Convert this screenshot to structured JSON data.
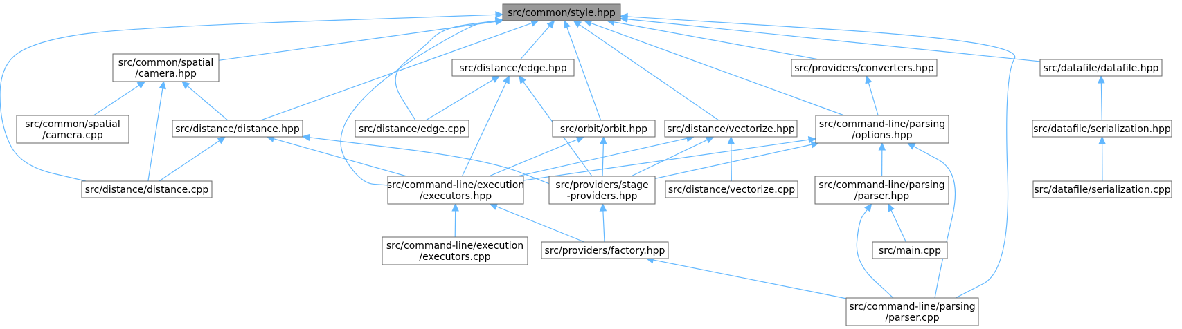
{
  "colors": {
    "edge": "#63b8ff",
    "node_border": "#666666",
    "root_fill": "#999999",
    "node_fill": "#ffffff"
  },
  "nodes": [
    {
      "id": "style",
      "lines": [
        "src/common/style.hpp"
      ],
      "root": true
    },
    {
      "id": "camera_hpp",
      "lines": [
        "src/common/spatial",
        "/camera.hpp"
      ]
    },
    {
      "id": "camera_cpp",
      "lines": [
        "src/common/spatial",
        "/camera.cpp"
      ]
    },
    {
      "id": "edge_hpp",
      "lines": [
        "src/distance/edge.hpp"
      ]
    },
    {
      "id": "edge_cpp",
      "lines": [
        "src/distance/edge.cpp"
      ]
    },
    {
      "id": "distance_hpp",
      "lines": [
        "src/distance/distance.hpp"
      ]
    },
    {
      "id": "distance_cpp",
      "lines": [
        "src/distance/distance.cpp"
      ]
    },
    {
      "id": "orbit_hpp",
      "lines": [
        "src/orbit/orbit.hpp"
      ]
    },
    {
      "id": "vectorize_hpp",
      "lines": [
        "src/distance/vectorize.hpp"
      ]
    },
    {
      "id": "vectorize_cpp",
      "lines": [
        "src/distance/vectorize.cpp"
      ]
    },
    {
      "id": "converters_hpp",
      "lines": [
        "src/providers/converters.hpp"
      ]
    },
    {
      "id": "options_hpp",
      "lines": [
        "src/command-line/parsing",
        "/options.hpp"
      ]
    },
    {
      "id": "datafile_hpp",
      "lines": [
        "src/datafile/datafile.hpp"
      ]
    },
    {
      "id": "serial_hpp",
      "lines": [
        "src/datafile/serialization.hpp"
      ]
    },
    {
      "id": "serial_cpp",
      "lines": [
        "src/datafile/serialization.cpp"
      ]
    },
    {
      "id": "executors_hpp",
      "lines": [
        "src/command-line/execution",
        "/executors.hpp"
      ]
    },
    {
      "id": "executors_cpp",
      "lines": [
        "src/command-line/execution",
        "/executors.cpp"
      ]
    },
    {
      "id": "stage_hpp",
      "lines": [
        "src/providers/stage",
        "-providers.hpp"
      ]
    },
    {
      "id": "factory_hpp",
      "lines": [
        "src/providers/factory.hpp"
      ]
    },
    {
      "id": "parser_hpp",
      "lines": [
        "src/command-line/parsing",
        "/parser.hpp"
      ]
    },
    {
      "id": "main_cpp",
      "lines": [
        "src/main.cpp"
      ]
    },
    {
      "id": "parser_cpp",
      "lines": [
        "src/command-line/parsing",
        "/parser.cpp"
      ]
    }
  ],
  "edges": [
    [
      "style",
      "camera_hpp"
    ],
    [
      "style",
      "distance_cpp"
    ],
    [
      "style",
      "distance_hpp"
    ],
    [
      "style",
      "edge_hpp"
    ],
    [
      "style",
      "edge_cpp"
    ],
    [
      "style",
      "executors_hpp"
    ],
    [
      "style",
      "orbit_hpp"
    ],
    [
      "style",
      "vectorize_hpp"
    ],
    [
      "style",
      "converters_hpp"
    ],
    [
      "style",
      "options_hpp"
    ],
    [
      "style",
      "datafile_hpp"
    ],
    [
      "style",
      "parser_cpp"
    ],
    [
      "camera_hpp",
      "camera_cpp"
    ],
    [
      "camera_hpp",
      "distance_hpp"
    ],
    [
      "camera_hpp",
      "distance_cpp"
    ],
    [
      "edge_hpp",
      "edge_cpp"
    ],
    [
      "edge_hpp",
      "executors_hpp"
    ],
    [
      "edge_hpp",
      "stage_hpp"
    ],
    [
      "distance_hpp",
      "distance_cpp"
    ],
    [
      "distance_hpp",
      "executors_hpp"
    ],
    [
      "distance_hpp",
      "stage_hpp"
    ],
    [
      "orbit_hpp",
      "executors_hpp"
    ],
    [
      "orbit_hpp",
      "stage_hpp"
    ],
    [
      "vectorize_hpp",
      "executors_hpp"
    ],
    [
      "vectorize_hpp",
      "stage_hpp"
    ],
    [
      "vectorize_hpp",
      "vectorize_cpp"
    ],
    [
      "converters_hpp",
      "options_hpp"
    ],
    [
      "options_hpp",
      "executors_hpp"
    ],
    [
      "options_hpp",
      "stage_hpp"
    ],
    [
      "options_hpp",
      "parser_hpp"
    ],
    [
      "options_hpp",
      "parser_cpp"
    ],
    [
      "datafile_hpp",
      "serial_hpp"
    ],
    [
      "serial_hpp",
      "serial_cpp"
    ],
    [
      "executors_hpp",
      "executors_cpp"
    ],
    [
      "executors_hpp",
      "factory_hpp"
    ],
    [
      "stage_hpp",
      "factory_hpp"
    ],
    [
      "factory_hpp",
      "parser_cpp"
    ],
    [
      "parser_hpp",
      "main_cpp"
    ],
    [
      "parser_hpp",
      "parser_cpp"
    ]
  ]
}
